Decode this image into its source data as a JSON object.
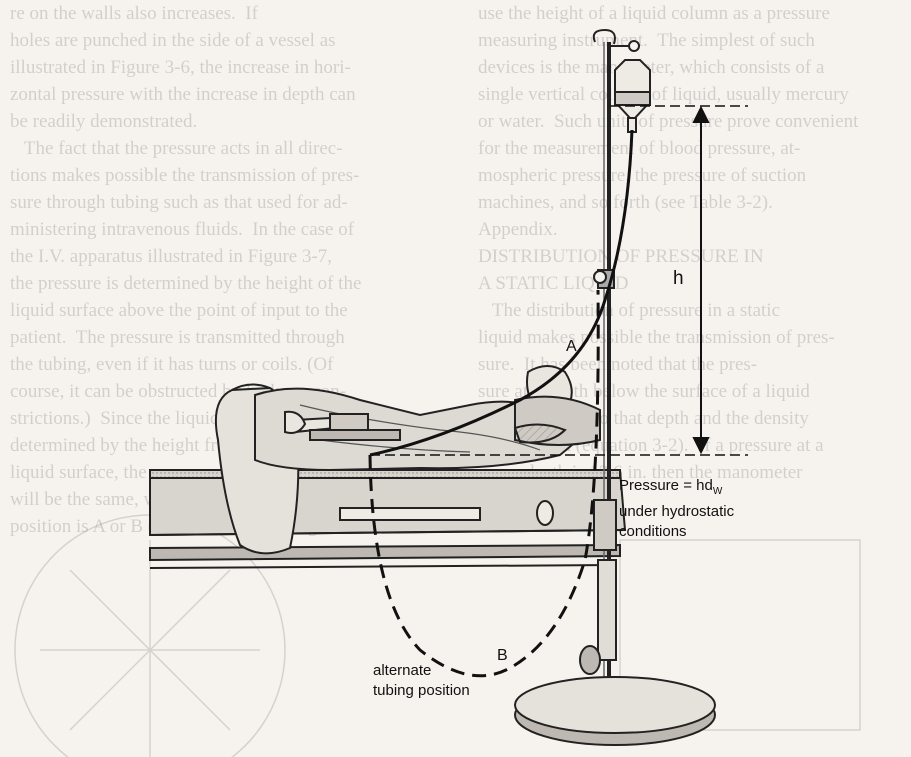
{
  "labels": {
    "h": "h",
    "tube_a": "A",
    "tube_b": "B",
    "pressure_prefix": "Pressure = hd",
    "pressure_sub": "W",
    "pressure_line2": "under hydrostatic",
    "pressure_line3": "conditions",
    "alternate_line1": "alternate",
    "alternate_line2": "tubing position"
  },
  "colors": {
    "ink": "#111111",
    "paper": "#f6f3ee",
    "shading": "#c9c5bf"
  }
}
